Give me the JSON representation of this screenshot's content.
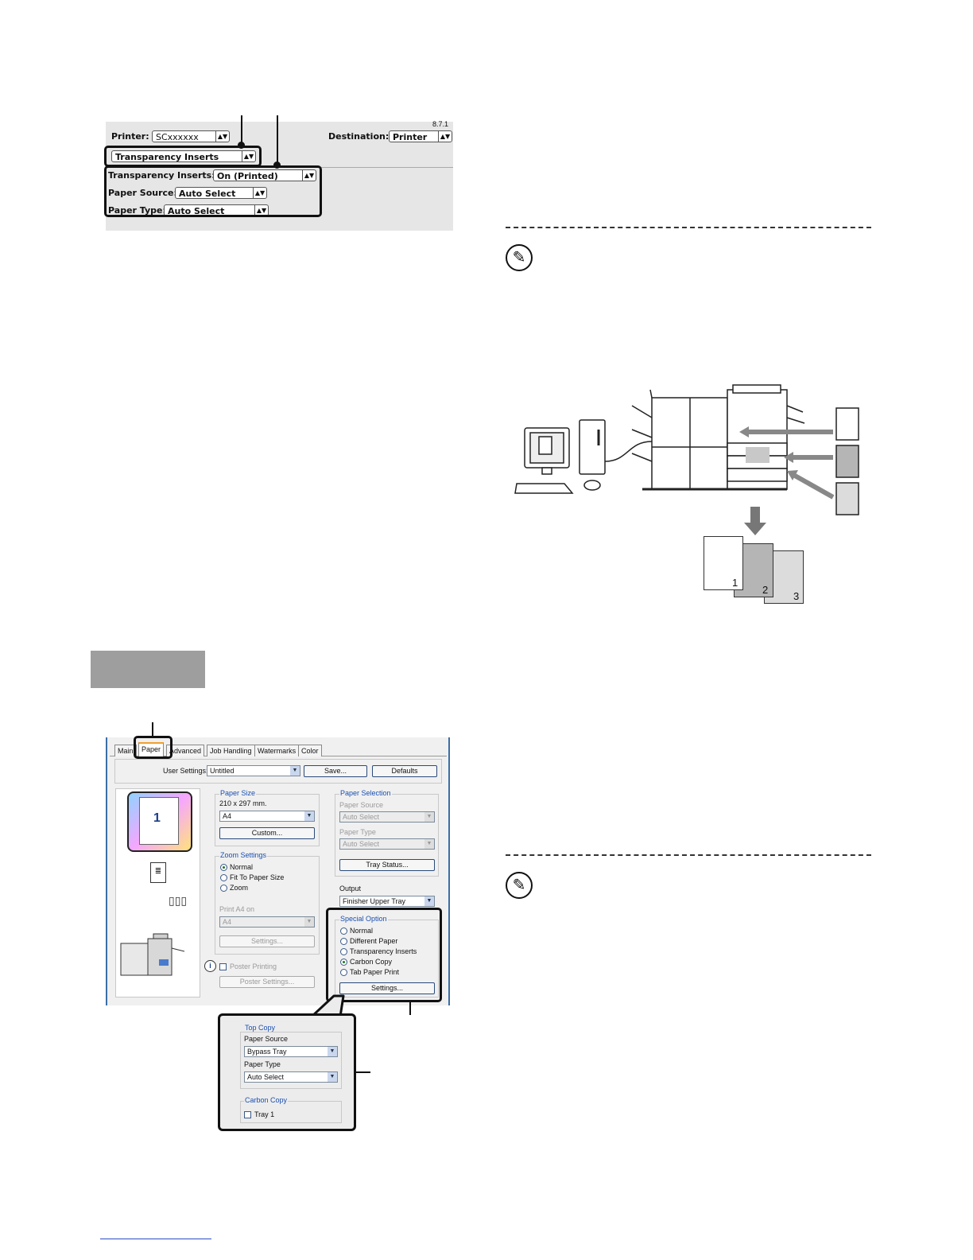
{
  "mac_dialog": {
    "version": "8.7.1",
    "printer_label": "Printer:",
    "printer_value": "SCxxxxxx",
    "destination_label": "Destination:",
    "destination_value": "Printer",
    "panel_menu": "Transparency Inserts",
    "transparency_inserts_label": "Transparency Inserts:",
    "transparency_inserts_value": "On (Printed)",
    "paper_source_label": "Paper Source:",
    "paper_source_value": "Auto Select",
    "paper_type_label": "Paper Type:",
    "paper_type_value": "Auto Select"
  },
  "illustration": {
    "page_numbers": [
      "1",
      "2",
      "3"
    ]
  },
  "win_dialog": {
    "tabs": [
      "Main",
      "Paper",
      "Advanced",
      "Job Handling",
      "Watermarks",
      "Color"
    ],
    "user_settings_label": "User Settings:",
    "user_settings_value": "Untitled",
    "save_button": "Save...",
    "defaults_button": "Defaults",
    "preview_page_number": "1",
    "paper_size": {
      "group": "Paper Size",
      "dimensions": "210 x 297 mm.",
      "value": "A4",
      "custom_button": "Custom..."
    },
    "zoom_settings": {
      "group": "Zoom Settings",
      "options": [
        "Normal",
        "Fit To Paper Size",
        "Zoom"
      ],
      "selected": "Normal",
      "print_on_label": "Print A4 on",
      "print_on_value": "A4",
      "settings_button": "Settings..."
    },
    "poster_printing_label": "Poster Printing",
    "poster_settings_button": "Poster Settings...",
    "paper_selection": {
      "group": "Paper Selection",
      "paper_source_label": "Paper Source",
      "paper_source_value": "Auto Select",
      "paper_type_label": "Paper Type",
      "paper_type_value": "Auto Select",
      "tray_status_button": "Tray Status..."
    },
    "output_label": "Output",
    "output_value": "Finisher Upper Tray",
    "special_option": {
      "group": "Special Option",
      "options": [
        "Normal",
        "Different Paper",
        "Transparency Inserts",
        "Carbon Copy",
        "Tab Paper Print"
      ],
      "selected": "Carbon Copy",
      "settings_button": "Settings..."
    }
  },
  "popup": {
    "top_copy_group": "Top Copy",
    "paper_source_label": "Paper Source",
    "paper_source_value": "Bypass Tray",
    "paper_type_label": "Paper Type",
    "paper_type_value": "Auto Select",
    "carbon_copy_group": "Carbon Copy",
    "tray1_label": "Tray 1"
  },
  "icons": {
    "note": "pencil-note-icon",
    "info": "info-icon",
    "arrow": "arrow-icon"
  }
}
